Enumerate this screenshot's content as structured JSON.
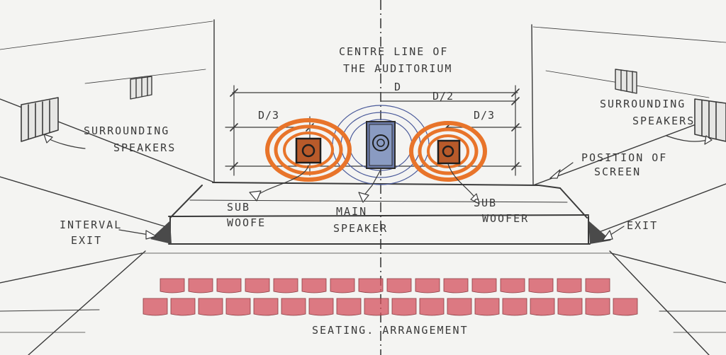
{
  "labels": {
    "centre_line_1": "CENTRE LINE OF",
    "centre_line_2": "THE AUDITORIUM",
    "dim_d": "D",
    "dim_d_half": "D/2",
    "dim_d_third_left": "D/3",
    "dim_d_third_right": "D/3",
    "surround_left_1": "SURROUNDING",
    "surround_left_2": "SPEAKERS",
    "surround_right_1": "SURROUNDING",
    "surround_right_2": "SPEAKERS",
    "position_screen_1": "POSITION OF",
    "position_screen_2": "SCREEN",
    "sub_left_1": "SUB",
    "sub_left_2": "WOOFE",
    "main_1": "MAIN",
    "main_2": "SPEAKER",
    "sub_right_1": "SUB",
    "sub_right_2": "WOOFER",
    "interval_exit_1": "INTERVAL",
    "interval_exit_2": "EXIT",
    "exit_right": "EXIT",
    "seating": "SEATING.  ARRANGEMENT"
  },
  "colors": {
    "paper": "#f4f4f2",
    "ink": "#3a3a3a",
    "subwoofer_rings": "#e8742a",
    "main_rings": "#4a5a9a",
    "seats": "#d4505c"
  },
  "icons": [
    "subwoofer-speaker",
    "main-speaker",
    "surround-speaker"
  ]
}
